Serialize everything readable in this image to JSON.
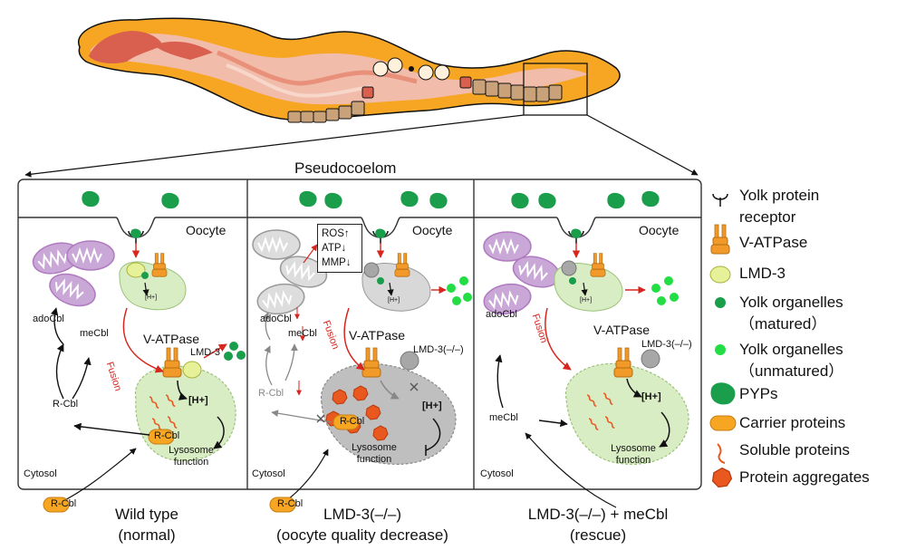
{
  "pseudocoelom": "Pseudocoelom",
  "cytosol": "Cytosol",
  "oocyte": "Oocyte",
  "panels": [
    {
      "title_line1": "Wild type",
      "title_line2": "(normal)",
      "adocbl": "adoCbl",
      "mecbl": "meCbl",
      "rcbl": "R-Cbl",
      "carrier_r": "R",
      "carrier_cbl": "-Cbl",
      "vatpase": "V-ATPase",
      "lmd3": "LMD-3",
      "fusion": "Fusion",
      "hplus": "[H+]",
      "hplus_small": "[H+]",
      "lysosome": "Lysosome function"
    },
    {
      "title_line1": "LMD-3(–/–)",
      "title_line2": "(oocyte quality decrease)",
      "adocbl": "adoCbl",
      "mecbl": "meCbl",
      "rcbl": "R-Cbl",
      "carrier_r": "R",
      "carrier_cbl": "-Cbl",
      "vatpase": "V-ATPase",
      "lmd3": "LMD-3(–/–)",
      "fusion": "Fusion",
      "hplus": "[H+]",
      "hplus_small": "[H+]",
      "lysosome": "Lysosome function",
      "stress": [
        "ROS↑",
        "ATP↓",
        "MMP↓"
      ]
    },
    {
      "title_line1": "LMD-3(–/–) + meCbl",
      "title_line2": "(rescue)",
      "adocbl": "adoCbl",
      "mecbl": "meCbl",
      "vatpase": "V-ATPase",
      "lmd3": "LMD-3(–/–)",
      "fusion": "Fusion",
      "hplus": "[H+]",
      "hplus_small": "[H+]",
      "lysosome": "Lysosome function"
    }
  ],
  "legend": [
    {
      "icon": "yolk-receptor",
      "label": [
        "Yolk protein",
        "receptor"
      ]
    },
    {
      "icon": "v-atpase",
      "label": [
        "V-ATPase"
      ]
    },
    {
      "icon": "lmd3",
      "label": [
        "LMD-3"
      ]
    },
    {
      "icon": "yolk-organelle-matured",
      "label": [
        "Yolk organelles",
        "（matured）"
      ]
    },
    {
      "icon": "yolk-organelle-unmatured",
      "label": [
        "Yolk organelles",
        "（unmatured）"
      ]
    },
    {
      "icon": "pyp",
      "label": [
        "PYPs"
      ]
    },
    {
      "icon": "carrier-protein",
      "label": [
        "Carrier proteins"
      ]
    },
    {
      "icon": "soluble-protein",
      "label": [
        "Soluble proteins"
      ]
    },
    {
      "icon": "protein-aggregate",
      "label": [
        "Protein aggregates"
      ]
    }
  ],
  "colors": {
    "worm_orange": "#f6a623",
    "worm_pink": "#f2bcaa",
    "worm_red": "#d9604e",
    "mito_purple": "#c9a7d6",
    "lysosome_green": "#d9edc4",
    "lmd3_yellow": "#e7f19a",
    "vatpase_orange": "#f19a2a",
    "pyp_green": "#1b9e4b",
    "yolk_light": "#22dd44",
    "aggregate": "#e8581f",
    "arrow_red": "#d7261e"
  }
}
